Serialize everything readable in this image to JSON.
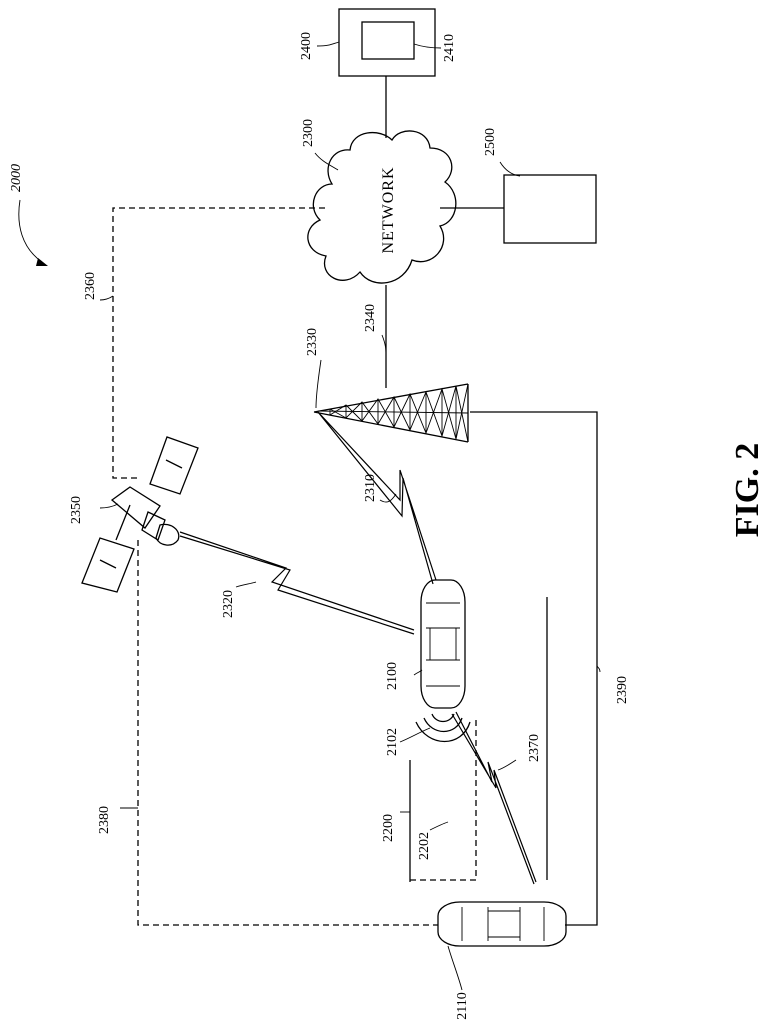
{
  "figure": {
    "title": "FIG. 2",
    "system_ref": "2000"
  },
  "network": {
    "ref": "2300",
    "label": "NETWORK"
  },
  "nodes": {
    "access_point": "2400",
    "access_point_screen": "2410",
    "server": "2500",
    "tower": "2330",
    "satellite": "2350",
    "vehicle_host": "2100",
    "vehicle_host_sensor": "2102",
    "vehicle_remote": "2110",
    "roadway": "2200",
    "roadway_portion": "2202"
  },
  "links": {
    "wireless_tower": "2310",
    "wireless_satellite": "2320",
    "wired_tower_network": "2340",
    "dashed_satellite_network": "2360",
    "wireless_v2v": "2370",
    "dashed_satellite_remote": "2380",
    "wired_tower_remote": "2390"
  }
}
